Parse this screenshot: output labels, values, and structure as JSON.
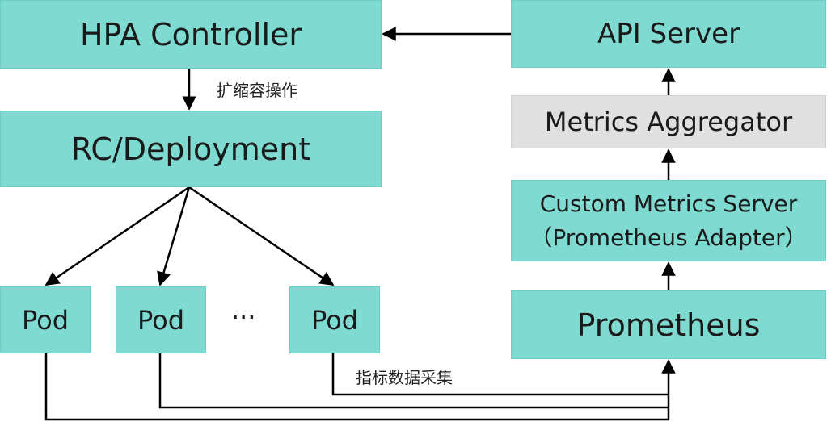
{
  "nodes": {
    "hpa_controller": "HPA Controller",
    "rc_deployment": "RC/Deployment",
    "pod_1": "Pod",
    "pod_2": "Pod",
    "pod_ellipsis": "···",
    "pod_3": "Pod",
    "api_server": "API Server",
    "metrics_aggregator": "Metrics Aggregator",
    "custom_metrics_server": {
      "line1": "Custom Metrics Server",
      "line2": "（Prometheus Adapter）"
    },
    "prometheus": "Prometheus"
  },
  "edge_labels": {
    "scale_operation": "扩缩容操作",
    "metrics_collection": "指标数据采集"
  },
  "colors": {
    "box_fill": "#7fdad2",
    "aggregator_fill": "#e0e0e0",
    "line": "#000000"
  }
}
